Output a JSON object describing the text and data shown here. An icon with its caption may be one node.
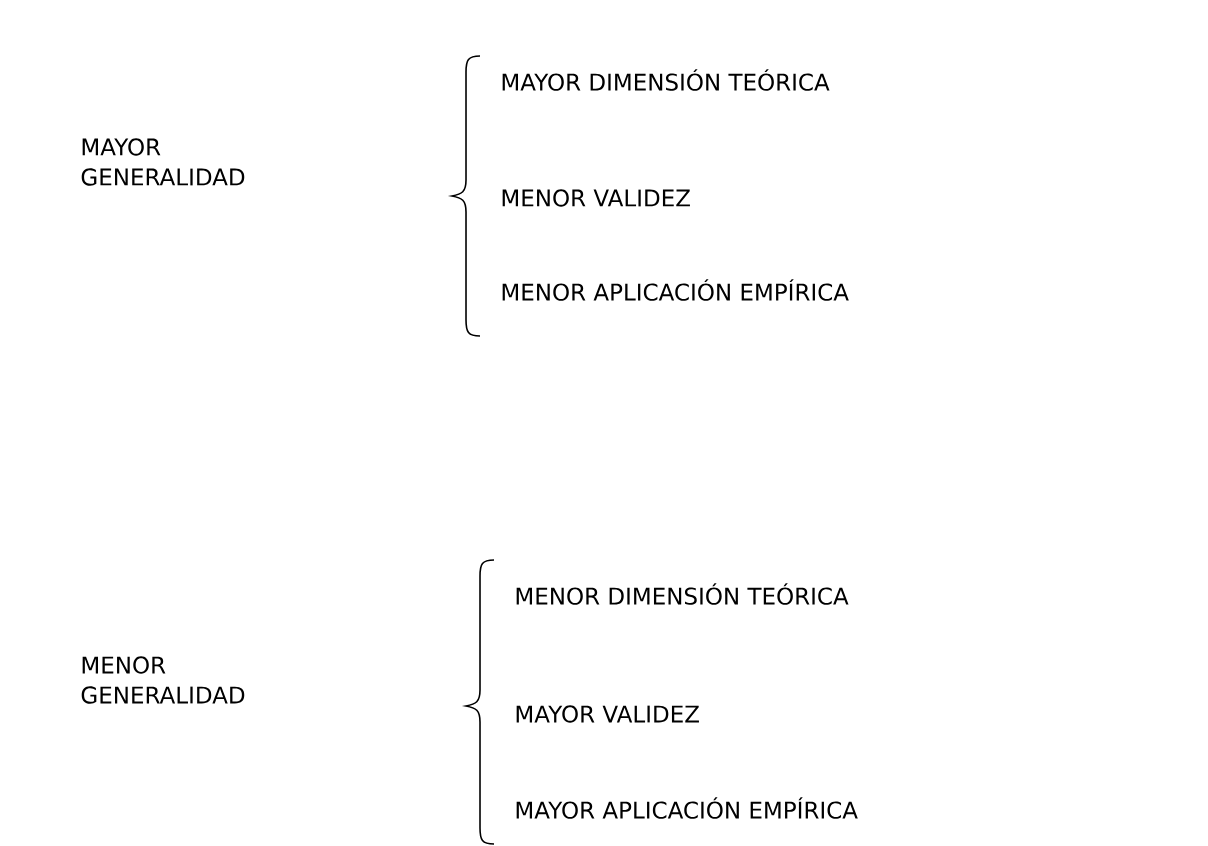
{
  "diagram": {
    "labels": [
      "MAYOR GENERALIDAD",
      "MAYOR DIMENSIÓN TEÓRICA",
      "MENOR VALIDEZ",
      "MENOR APLICACIÓN EMPÍRICA",
      "MENOR GENERALIDAD",
      "MENOR DIMENSIÓN TEÓRICA",
      "MAYOR VALIDEZ",
      "MAYOR APLICACIÓN EMPÍRICA"
    ]
  }
}
